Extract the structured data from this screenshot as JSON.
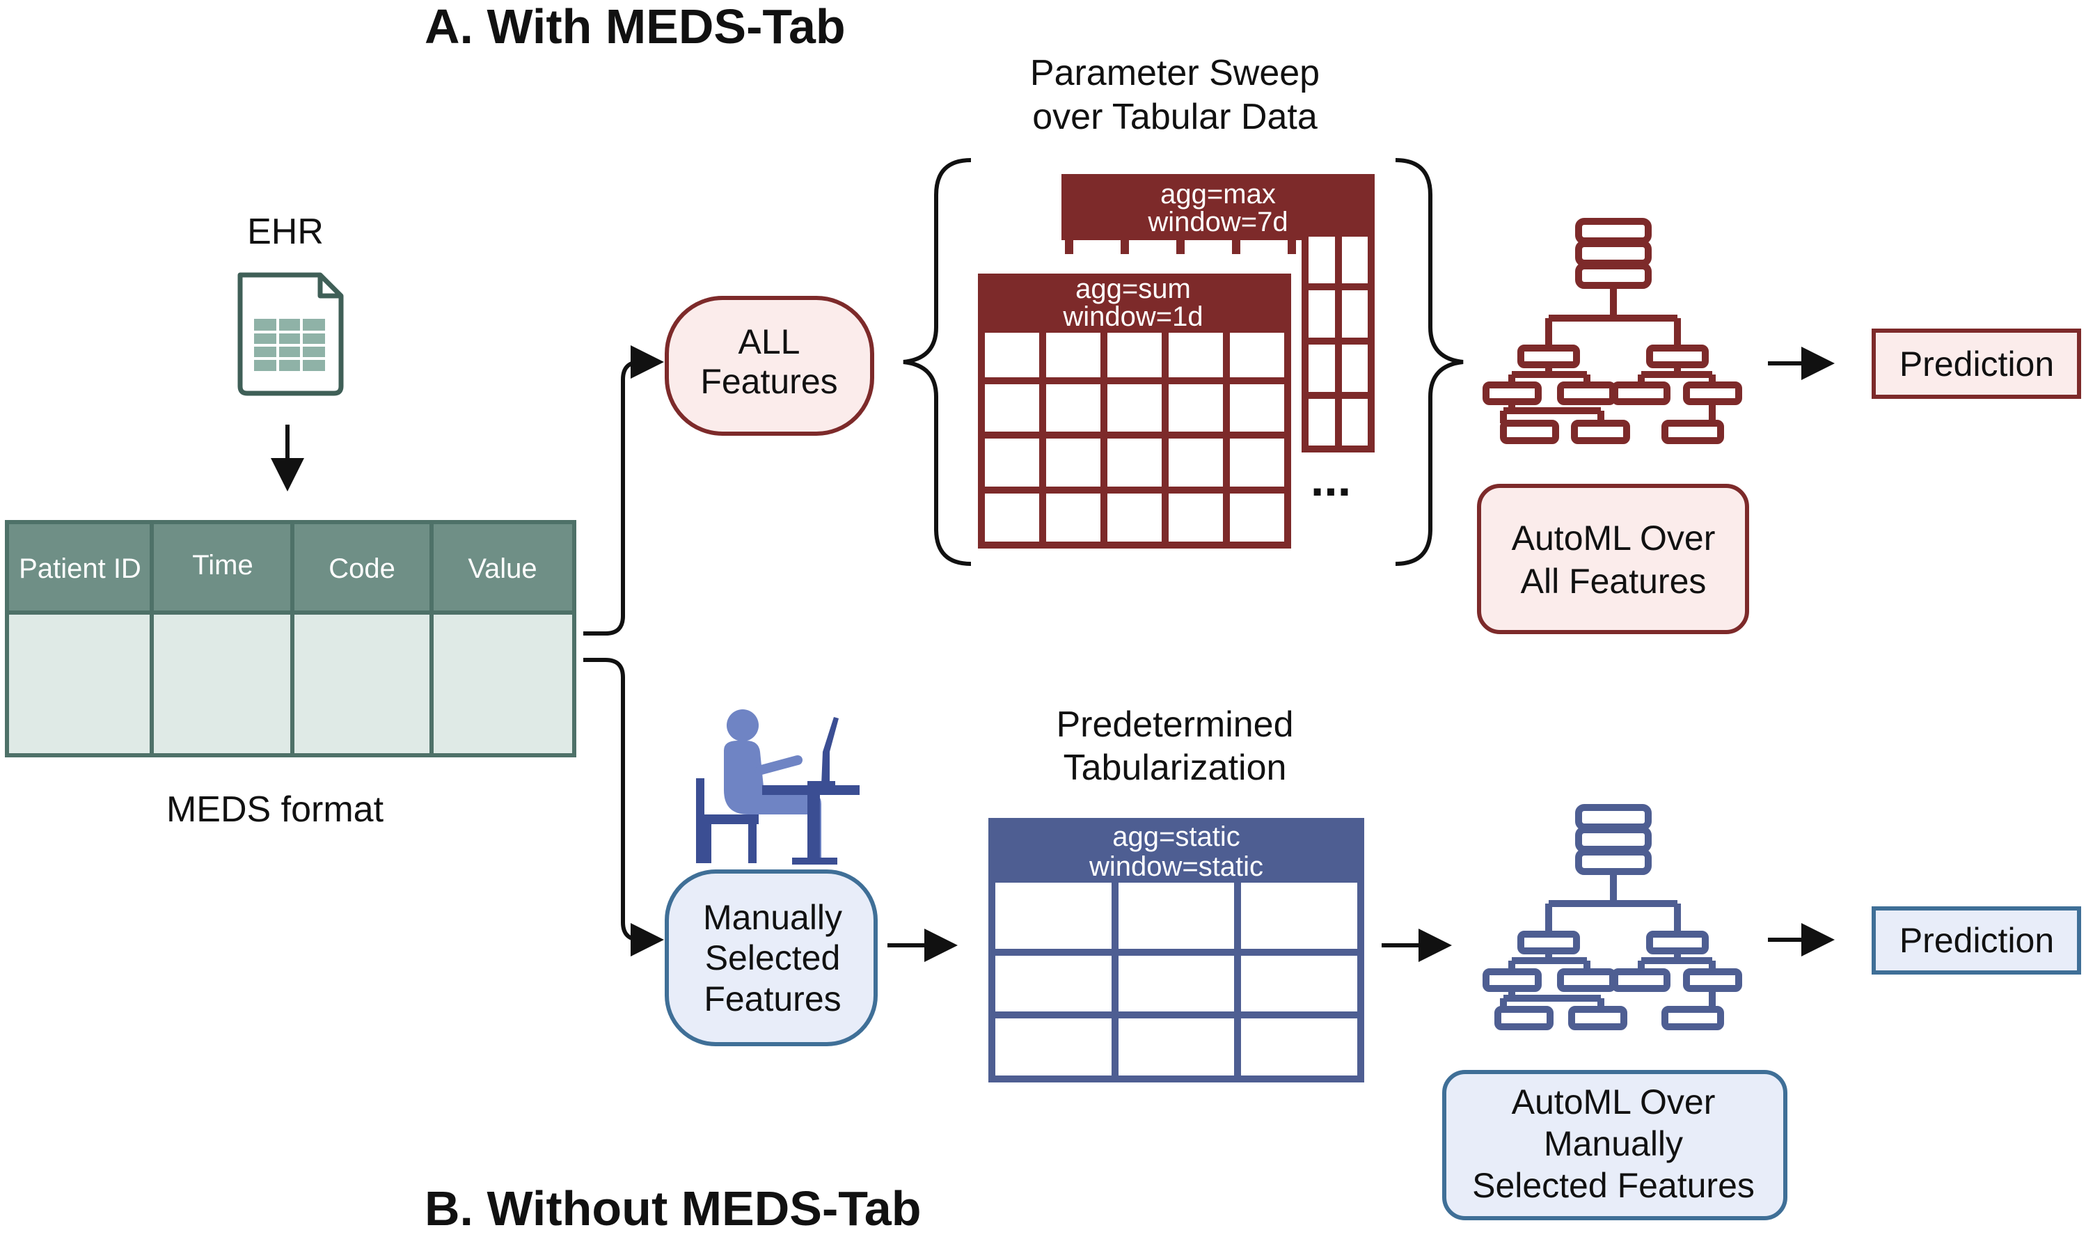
{
  "titles": {
    "with": "A. With MEDS-Tab",
    "without": "B. Without MEDS-Tab"
  },
  "ehr": {
    "label": "EHR",
    "icon": "spreadsheet-file-icon"
  },
  "meds_table": {
    "columns": [
      "Patient ID",
      "Time",
      "Code",
      "Value"
    ],
    "caption": "MEDS format"
  },
  "top_path": {
    "features_box": [
      "ALL",
      "Features"
    ],
    "sweep_label": [
      "Parameter Sweep",
      "over Tabular Data"
    ],
    "table_back_header": [
      "agg=max",
      "window=7d"
    ],
    "table_front_header": [
      "agg=sum",
      "window=1d"
    ],
    "ellipsis": "...",
    "automl_box": [
      "AutoML Over",
      "All Features"
    ],
    "prediction": "Prediction"
  },
  "bottom_path": {
    "features_box": [
      "Manually",
      "Selected",
      "Features"
    ],
    "tab_label": [
      "Predetermined",
      "Tabularization"
    ],
    "table_header": [
      "agg=static",
      "window=static"
    ],
    "automl_box": [
      "AutoML Over",
      "Manually",
      "Selected Features"
    ],
    "prediction": "Prediction",
    "person_icon": "person-at-computer-icon"
  },
  "colors": {
    "teal_header": "#6f8f86",
    "teal_body": "#dfeae6",
    "teal_border": "#4e7168",
    "red": "#7d2a2a",
    "red_fill": "#fbeceb",
    "blue": "#4e5e92",
    "blue_fill": "#e8edf9",
    "blue_border": "#3f6f97"
  }
}
